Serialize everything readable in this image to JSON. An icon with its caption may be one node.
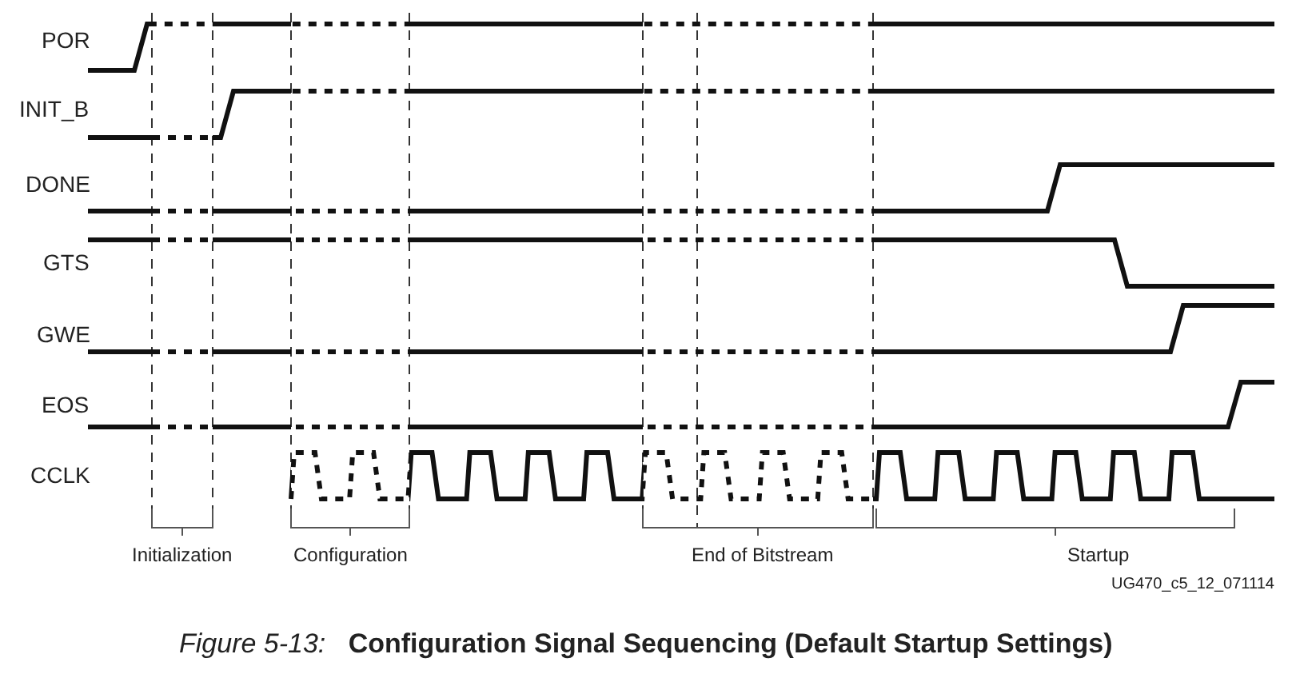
{
  "diagram": {
    "caption": "*Figure 5-13:*   **Configuration Signal Sequencing (Default Startup Settings)**",
    "labels": [
      "POR",
      "INIT_B",
      "DONE",
      "GTS",
      "GWE",
      "EOS",
      "CCLK",
      "Initialization",
      "Configuration",
      "End of Bitstream",
      "Startup",
      "UG470_c5_12_071114"
    ]
  }
}
